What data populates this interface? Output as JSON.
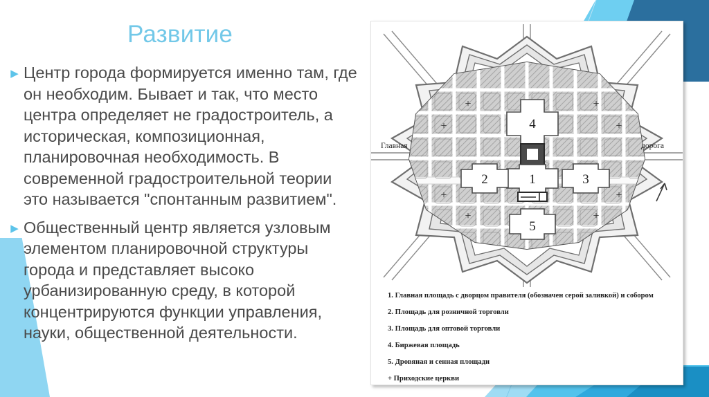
{
  "slide": {
    "title": "Развитие",
    "bullets": [
      {
        "marker": "▶",
        "text": " Центр города формируется именно там, где он необходим. Бывает и так, что место центра определяет не градостроитель, а историческая, композиционная, планировочная необходимость. В современной градостроительной теории это называется \"спонтанным развитием\"."
      },
      {
        "marker": "▶",
        "text": " Общественный центр является узловым элементом планировочной структуры города и представляет высоко урбанизированную среду, в которой концентрируются функции управления, науки, общественной деятельности."
      }
    ]
  },
  "figure": {
    "road_label_left": "Главная",
    "road_label_right": "дорога",
    "plaza_numbers": [
      "1",
      "2",
      "3",
      "4",
      "5"
    ],
    "church_marker": "+",
    "north_arrow": "↗",
    "legend": [
      "1. Главная площадь с дворцом правителя (обозначен серой заливкой) и собором",
      "2. Площадь для розничной торговли",
      "3. Площадь для оптовой торговли",
      "4. Биржевая площадь",
      "5. Дровяная и сенная площади",
      "+ Приходские церкви"
    ]
  },
  "colors": {
    "title_blue": "#72c8e8",
    "bullet_blue": "#5dc4ea",
    "deco_light_blue": "#6ecff1",
    "deco_dark_blue": "#2b6f9e",
    "body_text": "#4a4a4a"
  }
}
